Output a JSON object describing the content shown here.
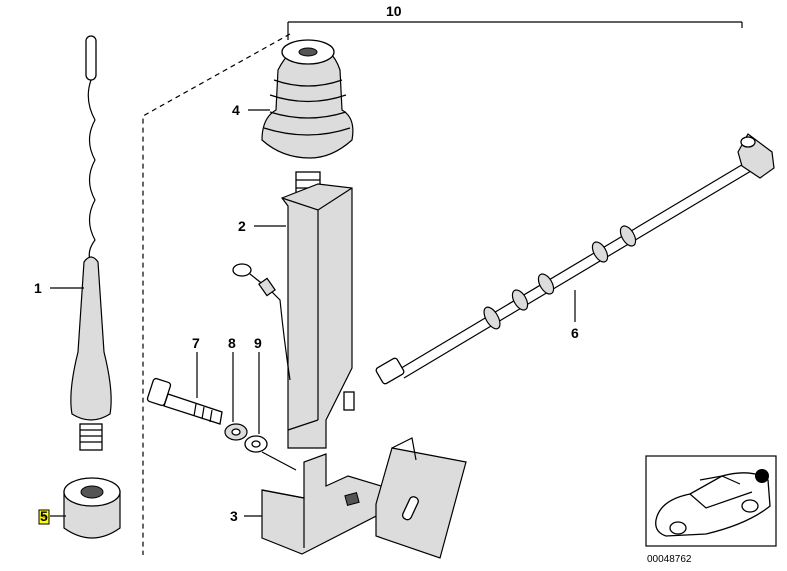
{
  "parts": [
    {
      "number": "1"
    },
    {
      "number": "2"
    },
    {
      "number": "3"
    },
    {
      "number": "4"
    },
    {
      "number": "5"
    },
    {
      "number": "6"
    },
    {
      "number": "7"
    },
    {
      "number": "8"
    },
    {
      "number": "9"
    },
    {
      "number": "10"
    }
  ],
  "catalog_number": "00048762",
  "highlight_color": "#ffff00"
}
